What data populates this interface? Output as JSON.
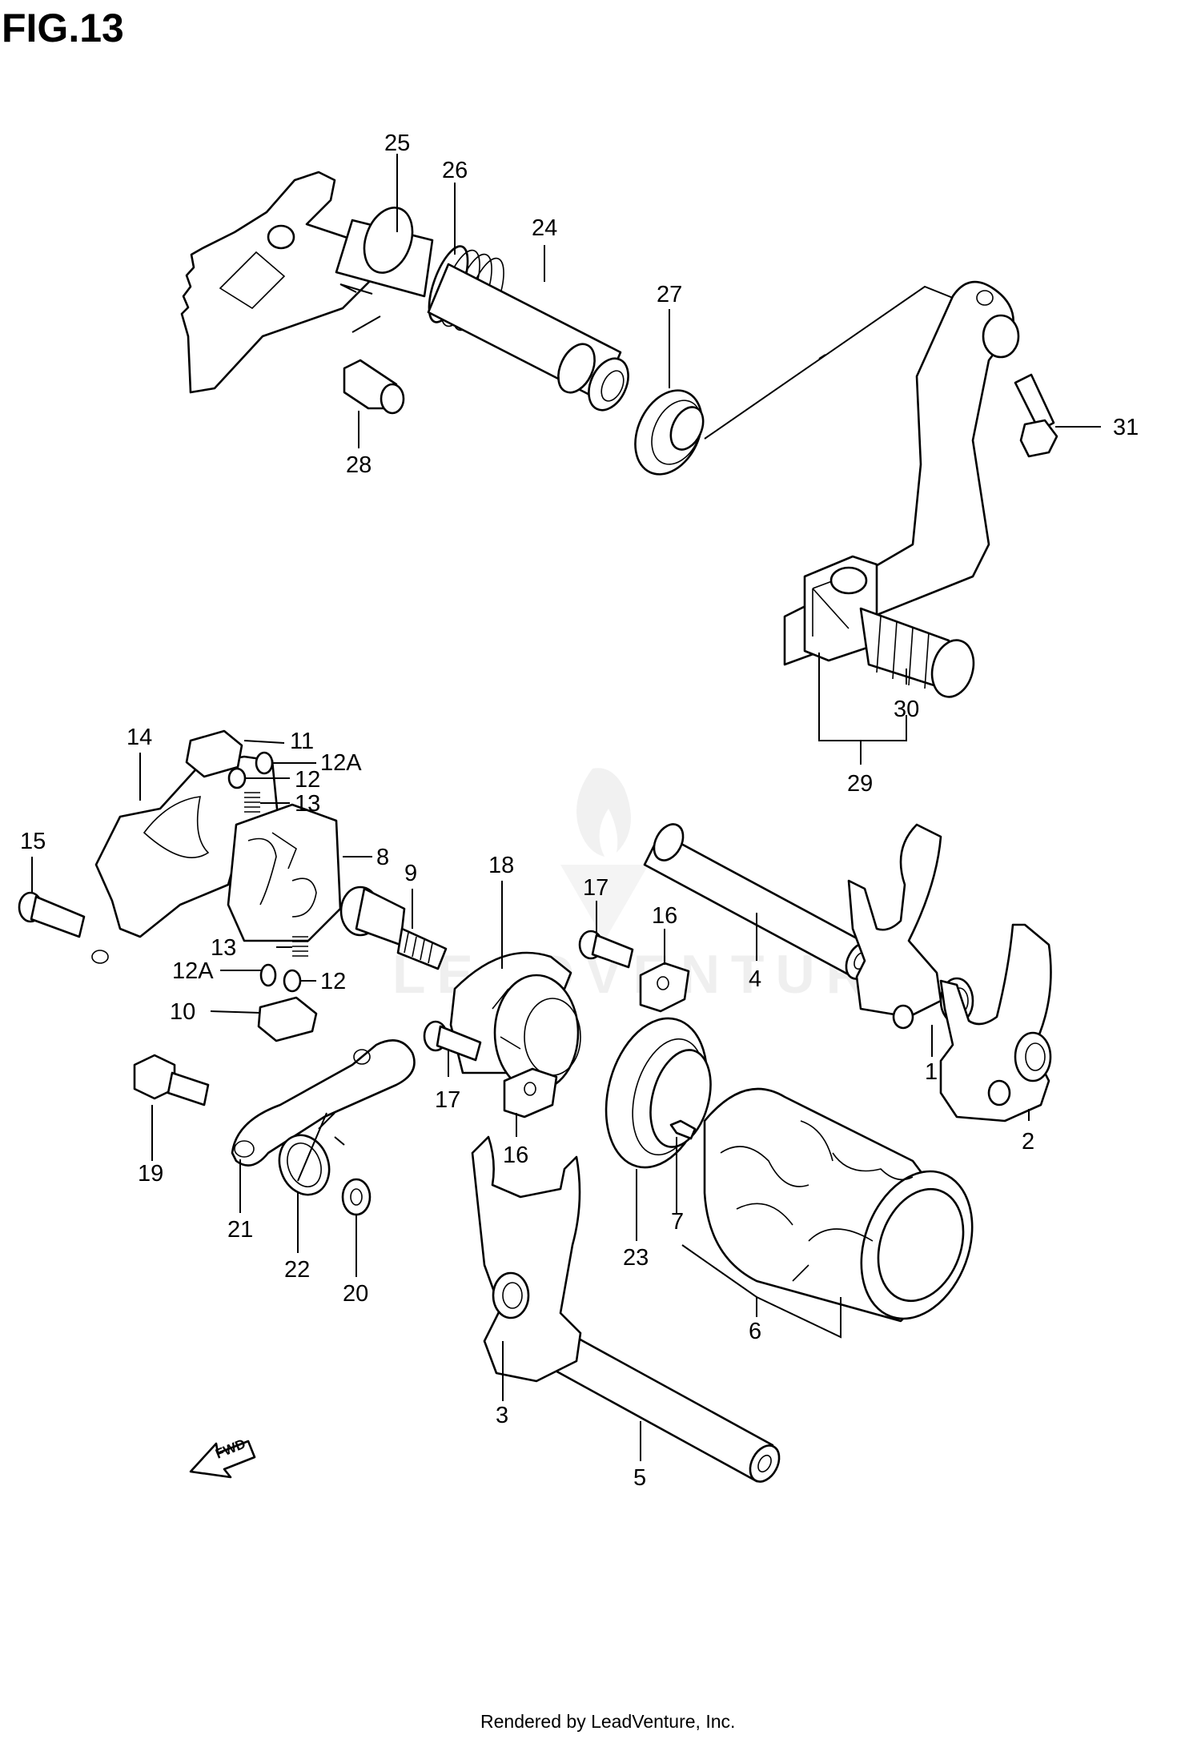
{
  "figure": {
    "title": "FIG.13",
    "footer": "Rendered by LeadVenture, Inc.",
    "watermark": "LEADVENTURE",
    "direction_label": "FWD"
  },
  "callouts": {
    "c1": "1",
    "c2": "2",
    "c3": "3",
    "c4": "4",
    "c5": "5",
    "c6": "6",
    "c7": "7",
    "c8": "8",
    "c9": "9",
    "c10": "10",
    "c11": "11",
    "c12a": "12",
    "c12b": "12",
    "c12Aa": "12A",
    "c12Ab": "12A",
    "c13a": "13",
    "c13b": "13",
    "c14": "14",
    "c15": "15",
    "c16a": "16",
    "c16b": "16",
    "c17a": "17",
    "c17b": "17",
    "c18": "18",
    "c19": "19",
    "c20": "20",
    "c21": "21",
    "c22": "22",
    "c23": "23",
    "c24": "24",
    "c25": "25",
    "c26": "26",
    "c27": "27",
    "c28": "28",
    "c29": "29",
    "c30": "30",
    "c31": "31"
  }
}
